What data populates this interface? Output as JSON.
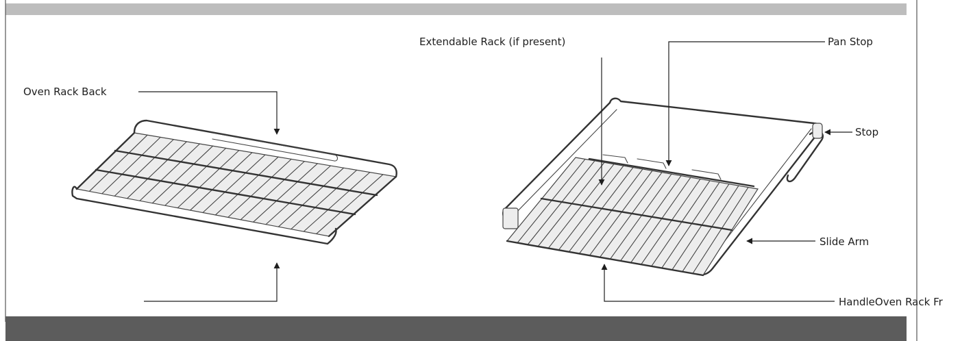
{
  "colors": {
    "top_bar": "#bdbdbd",
    "bottom_bar": "#5c5c5c",
    "ink": "#1e1e1e"
  },
  "left_figure": {
    "labels": {
      "rack_back": "Oven Rack Back"
    }
  },
  "right_figure": {
    "labels": {
      "extendable_rack": "Extendable Rack (if present)",
      "pan_stop": "Pan Stop",
      "stop": "Stop",
      "slide_arm": "Slide Arm",
      "handle_front": "HandleOven Rack Fr"
    }
  }
}
